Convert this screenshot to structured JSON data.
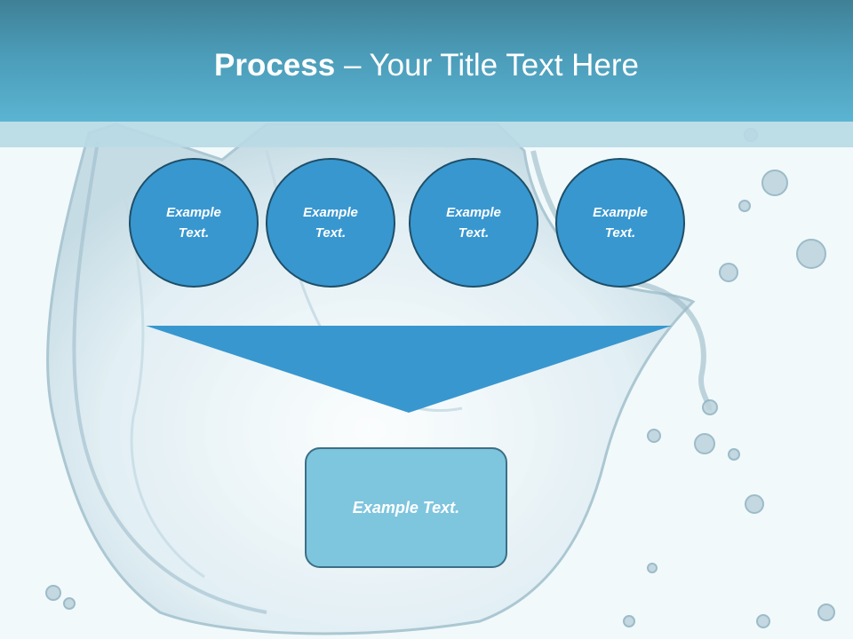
{
  "slide": {
    "title_bold": "Process",
    "title_dash": " – ",
    "title_rest": "Your Title Text Here",
    "steps": [
      {
        "label": "Example\nText."
      },
      {
        "label": "Example\nText."
      },
      {
        "label": "Example\nText."
      },
      {
        "label": "Example\nText."
      }
    ],
    "result_label": "Example Text."
  },
  "colors": {
    "header_top": "#3f8096",
    "header_bottom": "#5ab4d2",
    "circle_fill": "#3897cf",
    "circle_border": "#1e4f69",
    "triangle_fill": "#3897cf",
    "result_fill": "#7ec5de",
    "result_border": "#3b6f86"
  }
}
